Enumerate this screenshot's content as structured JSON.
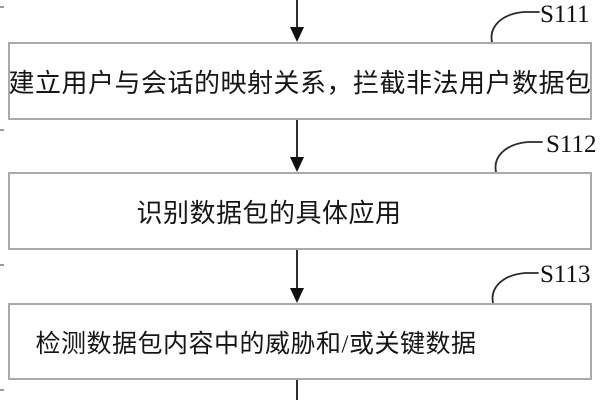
{
  "figure": {
    "type": "flowchart",
    "background_color": "#ffffff",
    "box_border_color": "#aaaaaa",
    "line_color": "#2f2f2f",
    "text_color": "#161616"
  },
  "steps": [
    {
      "label": "S111",
      "text": "建立用户与会话的映射关系，拦截非法用户数据包"
    },
    {
      "label": "S112",
      "text": "识别数据包的具体应用"
    },
    {
      "label": "S113",
      "text": "检测数据包内容中的威胁和/或关键数据"
    }
  ]
}
